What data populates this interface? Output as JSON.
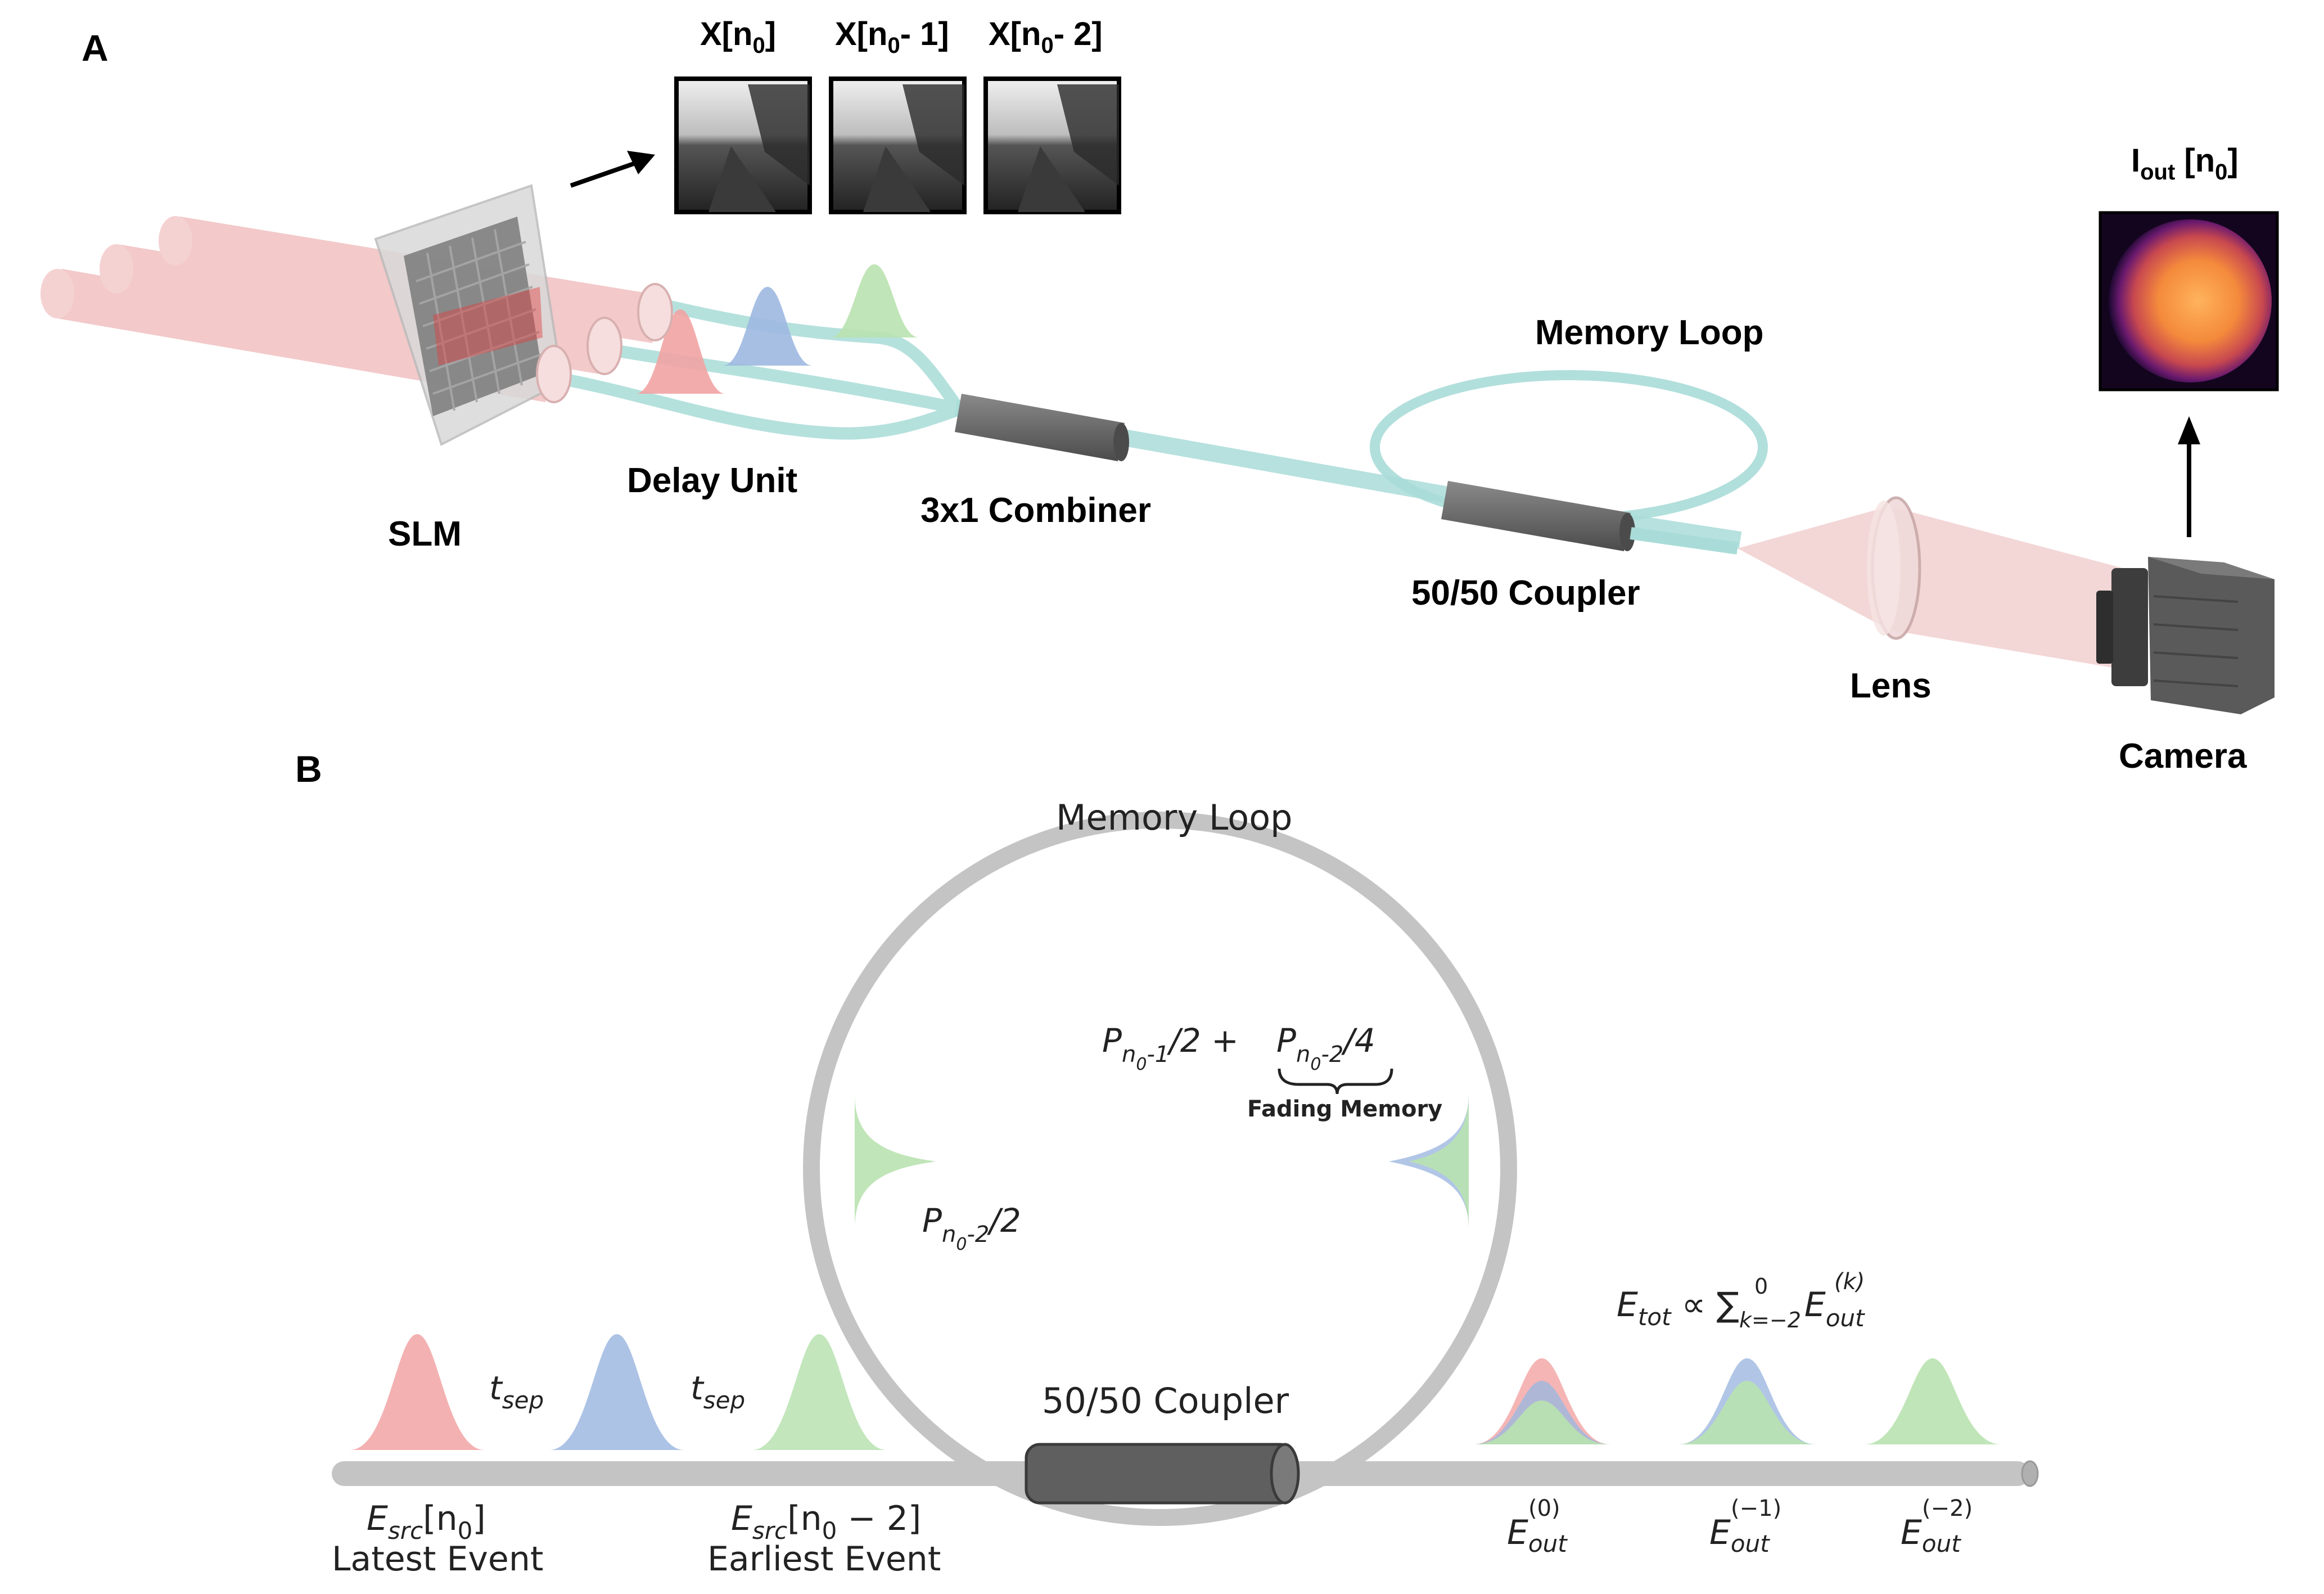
{
  "panel_a": {
    "label": "A",
    "frame_labels": {
      "f0": {
        "main": "X[n",
        "sub": "0",
        "tail": "]"
      },
      "f1": {
        "main": "X[n",
        "sub": "0",
        "tail": "- 1]"
      },
      "f2": {
        "main": "X[n",
        "sub": "0",
        "tail": "- 2]"
      }
    },
    "output_label": {
      "main": "I",
      "sub": "out",
      "tail": " [n",
      "sub2": "0",
      "tail2": "]"
    },
    "components": {
      "slm": "SLM",
      "delay_unit": "Delay Unit",
      "combiner": "3x1 Combiner",
      "memory_loop": "Memory Loop",
      "coupler": "50/50 Coupler",
      "lens": "Lens",
      "camera": "Camera"
    }
  },
  "panel_b": {
    "label": "B",
    "memory_loop_title": "Memory Loop",
    "coupler_label": "50/50 Coupler",
    "t_sep": {
      "t": "t",
      "sub": "sep"
    },
    "loop_power_left": {
      "P": "P",
      "sub1": "n",
      "sub2": "0",
      "sub3": "-2",
      "tail": "/2"
    },
    "loop_power_top": {
      "P": "P",
      "sub1": "n",
      "sub2": "0",
      "sub3": "-1",
      "tail": "/2 +"
    },
    "loop_power_fading": {
      "P": "P",
      "sub1": "n",
      "sub2": "0",
      "sub3": "-2",
      "tail": "/4"
    },
    "fading_memory": "Fading Memory",
    "e_tot": {
      "E": "E",
      "sub": "tot",
      "prop": " ∝ ",
      "sum": "∑",
      "upper": "0",
      "lower": "k=−2",
      "E2": "E",
      "sup2": "(k)",
      "sub2": "out"
    },
    "src_latest": {
      "E": "E",
      "sub": "src",
      "bracket": "[n",
      "sub2": "0",
      "tail": "]",
      "caption": "Latest Event"
    },
    "src_earliest": {
      "E": "E",
      "sub": "src",
      "bracket": "[n",
      "sub2": "0",
      "tail": " − 2]",
      "caption": "Earliest Event"
    },
    "outputs": [
      {
        "E": "E",
        "sup": "(0)",
        "sub": "out"
      },
      {
        "E": "E",
        "sup": "(−1)",
        "sub": "out"
      },
      {
        "E": "E",
        "sup": "(−2)",
        "sub": "out"
      }
    ]
  },
  "colors": {
    "red": "#f2a3a3",
    "blue": "#9db8e0",
    "green": "#b9e2b0",
    "fiber": "#a9dcd8",
    "gray_fiber": "#c4c4c4",
    "coupler": "#5f5f5f"
  }
}
